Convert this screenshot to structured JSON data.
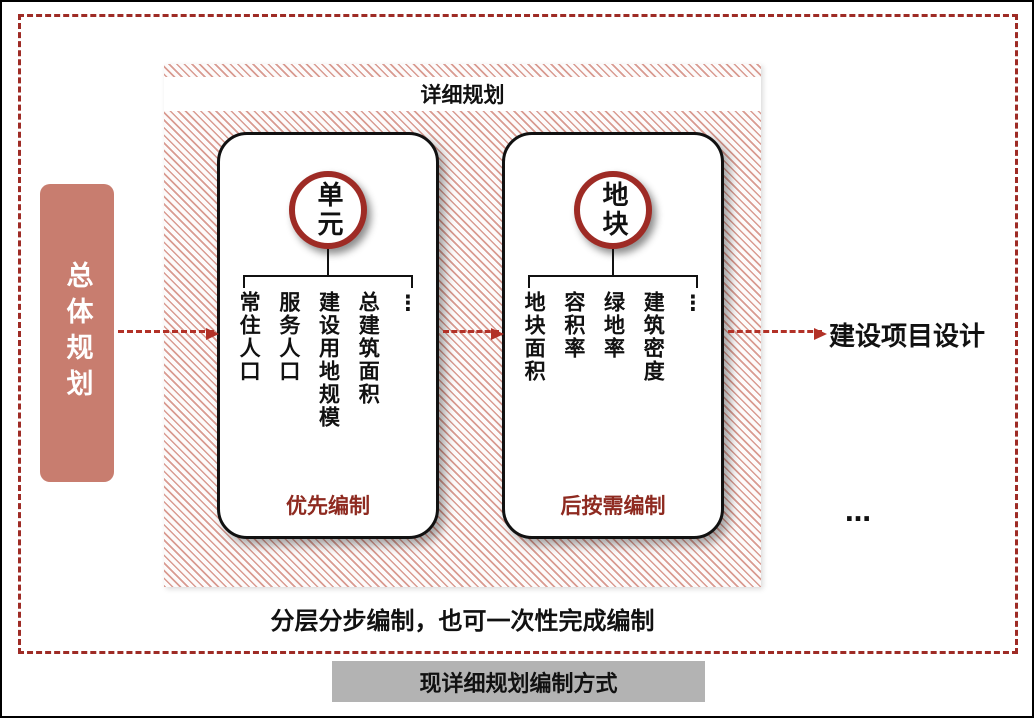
{
  "colors": {
    "accent_red": "#9e2b25",
    "arrow_red": "#b23127",
    "master_box_fill": "#c87d6f",
    "hatch_pink": "#d99b91",
    "bottom_bar_gray": "#b3b3b3"
  },
  "master_plan": {
    "label": "总体规划"
  },
  "detail_panel": {
    "title": "详细规划",
    "cards": [
      {
        "circle": "单元",
        "items": [
          "常住人口",
          "服务人口",
          "建设用地规模",
          "总建筑面积",
          "⋮"
        ],
        "footer": "优先编制"
      },
      {
        "circle": "地块",
        "items": [
          "地块面积",
          "容积率",
          "绿地率",
          "建筑密度",
          "⋮"
        ],
        "footer": "后按需编制"
      }
    ]
  },
  "right_label": "建设项目设计",
  "ellipsis": "…",
  "caption": "分层分步编制，也可一次性完成编制",
  "bottom_bar": {
    "label": "现详细规划编制方式"
  }
}
